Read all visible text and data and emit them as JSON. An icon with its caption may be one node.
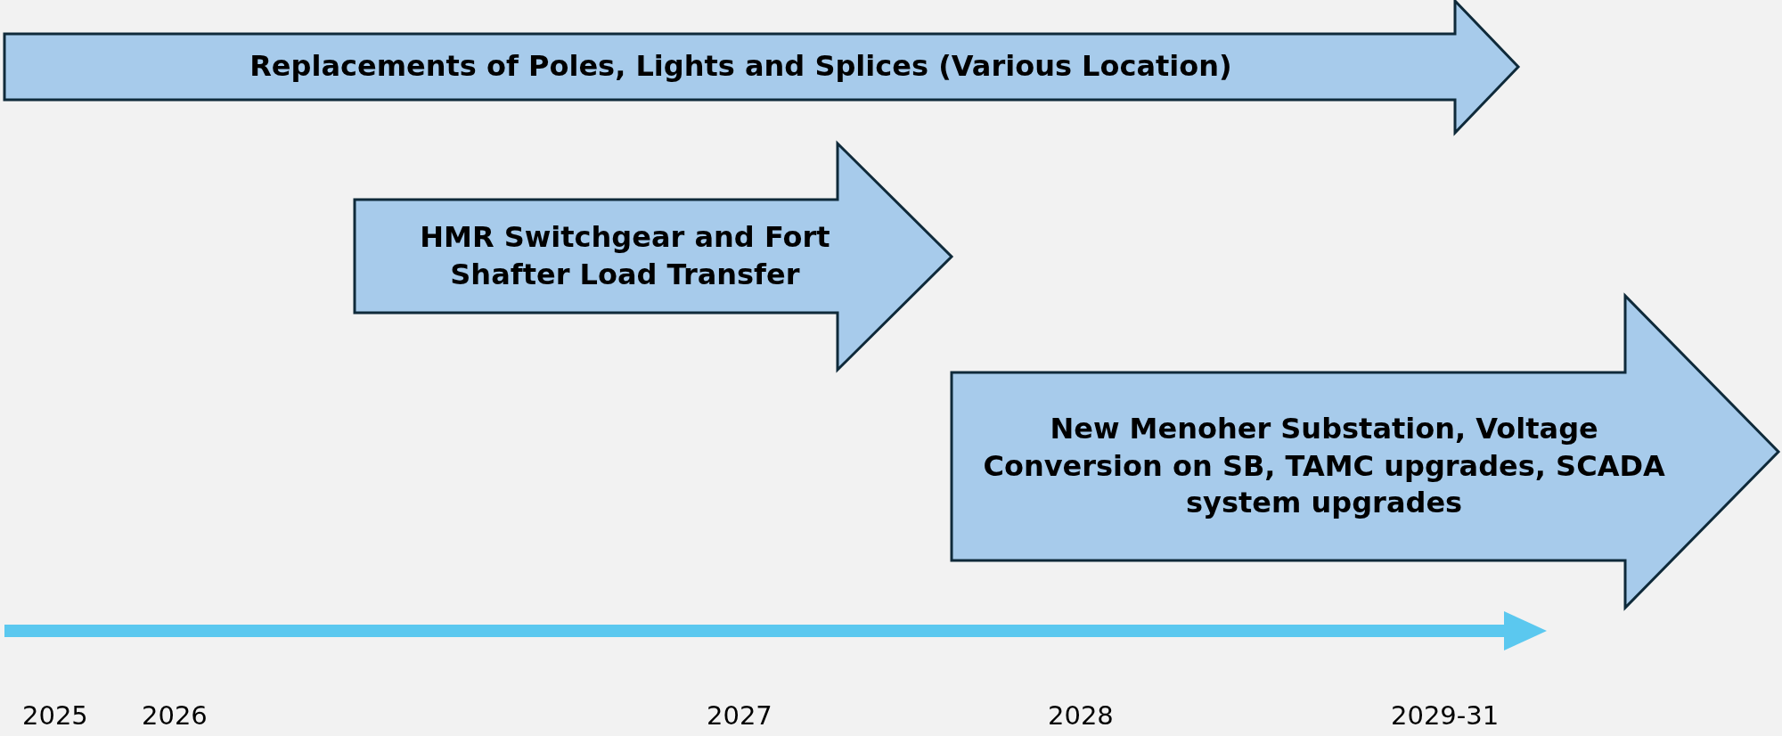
{
  "diagram": {
    "nodes": [
      {
        "text": [
          "Replacements of Poles, Lights and Splices (Various Location)"
        ]
      },
      {
        "text": [
          "HMR Switchgear and Fort Shafter Load Transfer"
        ]
      },
      {
        "text": [
          "New Menoher Substation, Voltage Conversion on SB, TAMC upgrades, SCADA system upgrades"
        ]
      }
    ],
    "labels": [
      "2025",
      "2026",
      "2027",
      "2028",
      "2029-31"
    ]
  }
}
